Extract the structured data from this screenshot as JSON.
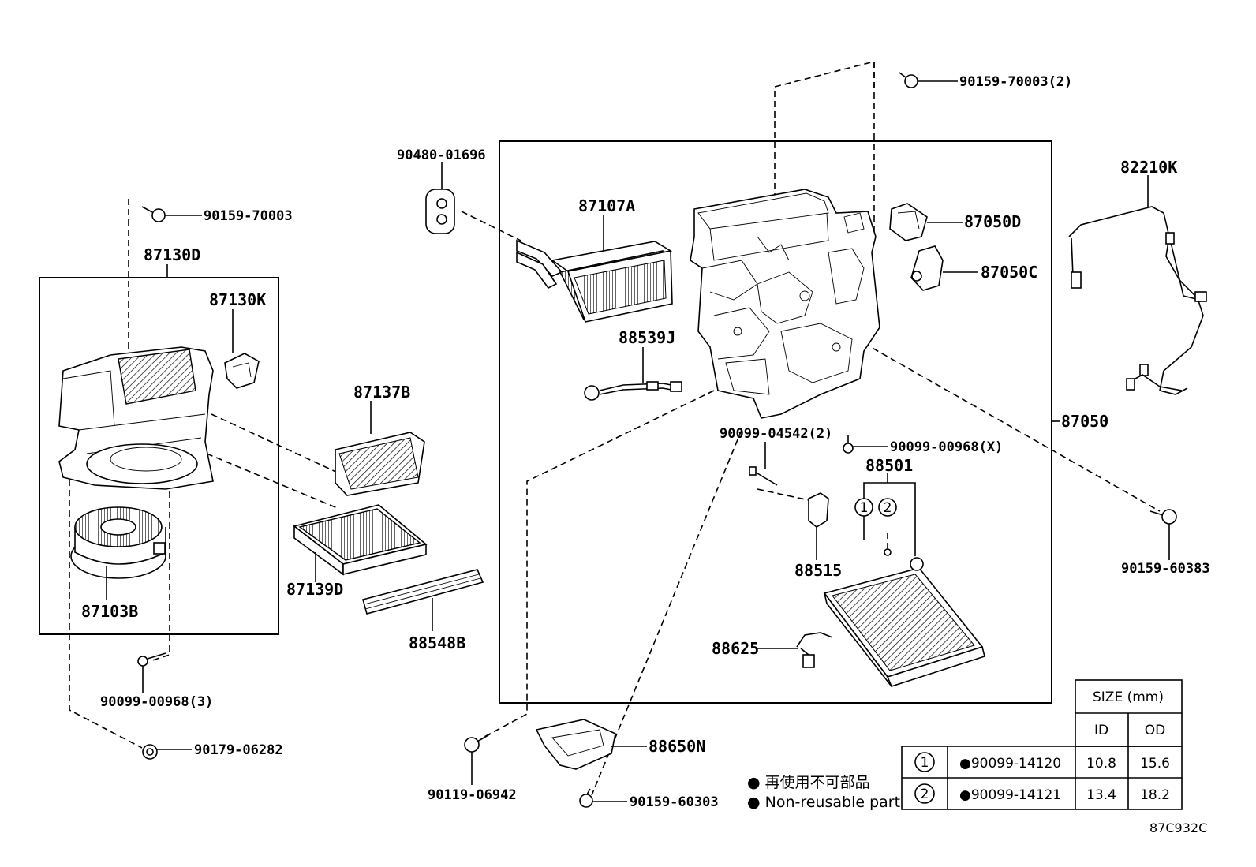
{
  "labels": {
    "p90159_70003_2": "90159-70003(2)",
    "p90480_01696": "90480-01696",
    "p82210K": "82210K",
    "p87107A": "87107A",
    "p87050D": "87050D",
    "p90159_70003": "90159-70003",
    "p87050C": "87050C",
    "p87130D": "87130D",
    "p87130K": "87130K",
    "p88539J": "88539J",
    "p87137B": "87137B",
    "p87050": "87050",
    "p90099_04542_2": "90099-04542(2)",
    "p90099_00968_X": "90099-00968(X)",
    "p88501": "88501",
    "p90159_60383": "90159-60383",
    "p88515": "88515",
    "p87139D": "87139D",
    "p87103B": "87103B",
    "p88548B": "88548B",
    "p88625": "88625",
    "p90099_00968_3": "90099-00968(3)",
    "p88650N": "88650N",
    "p90179_06282": "90179-06282",
    "p90119_06942": "90119-06942",
    "p90159_60303": "90159-60303"
  },
  "legend": {
    "jp": "● 再使用不可部品",
    "en": "● Non-reusable part"
  },
  "size_table": {
    "header": "SIZE (mm)",
    "col_id": "ID",
    "col_od": "OD",
    "rows": [
      {
        "marker": "1",
        "part": "●90099-14120",
        "id": "10.8",
        "od": "15.6"
      },
      {
        "marker": "2",
        "part": "●90099-14121",
        "id": "13.4",
        "od": "18.2"
      }
    ]
  },
  "drawing_code": "87C932C"
}
